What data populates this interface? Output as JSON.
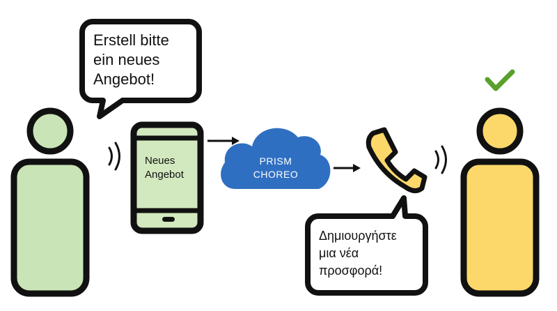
{
  "colors": {
    "outline": "#111111",
    "requester_fill": "#c9e4b6",
    "recipient_fill": "#fcd86a",
    "phone_screen": "#d2e9bf",
    "cloud_blue": "#2f6fc2",
    "check_green": "#5aa02c",
    "handset_yellow": "#fcd86a"
  },
  "icons": {
    "requester": "person-icon",
    "device": "smartphone-icon",
    "cloud": "cloud-icon",
    "call": "telephone-handset-icon",
    "recipient": "person-icon",
    "confirmation": "checkmark-icon",
    "voice": "sound-waves-icon"
  },
  "speech_request": {
    "text": "Erstell bitte\nein neues\nAngebot!"
  },
  "device": {
    "screen_text": "Neues\nAngebot"
  },
  "cloud": {
    "label": "PRISM\nCHOREO"
  },
  "speech_output": {
    "text": "Δημιουργήστε\nμια νέα\nπροσφορά!"
  }
}
